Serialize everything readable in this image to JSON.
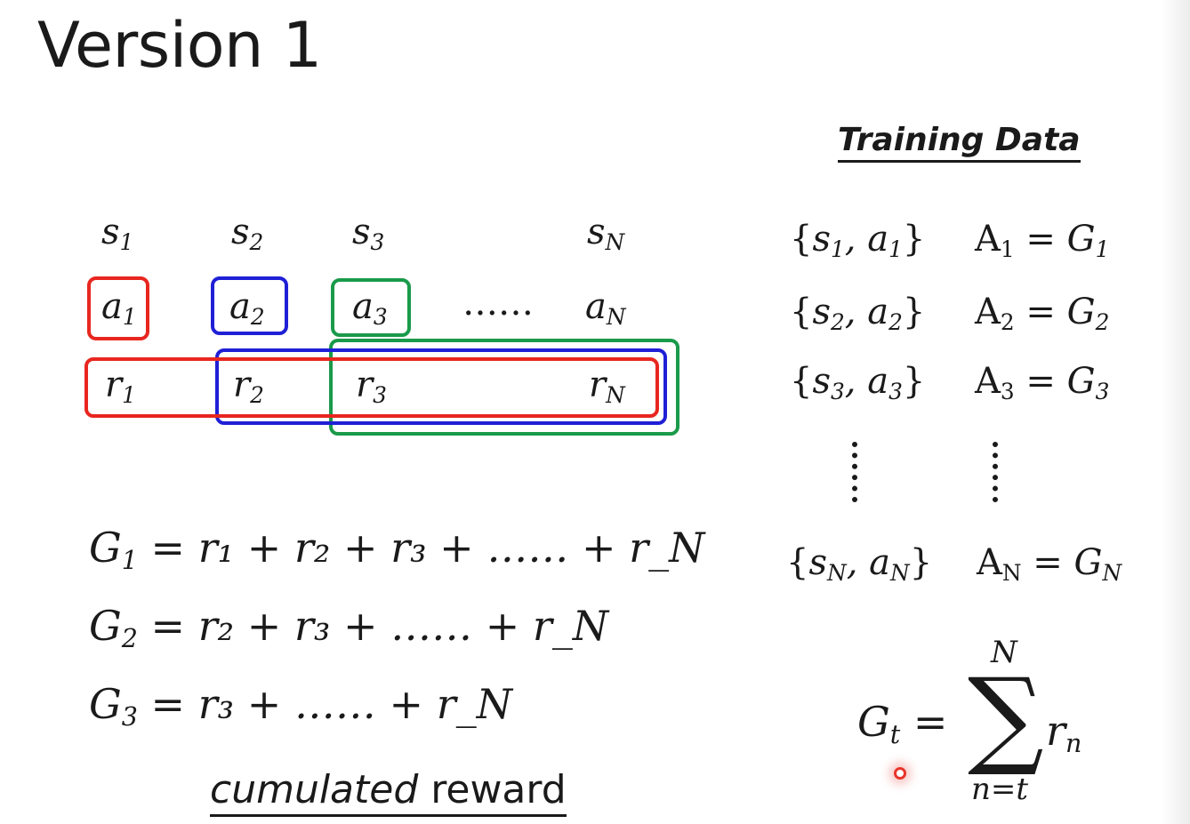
{
  "slide": {
    "title": "Version 1",
    "states": [
      "s",
      "s",
      "s",
      "s"
    ],
    "state_subs": [
      "1",
      "2",
      "3",
      "N"
    ],
    "actions": [
      "a",
      "a",
      "a",
      "a"
    ],
    "action_subs": [
      "1",
      "2",
      "3",
      "N"
    ],
    "ellipsis": "……",
    "rewards": [
      "r",
      "r",
      "r",
      "r"
    ],
    "reward_subs": [
      "1",
      "2",
      "3",
      "N"
    ],
    "colors": {
      "red": "#e8261f",
      "blue": "#1f1fd6",
      "green": "#1a9a4a",
      "cursor": "#e8342a"
    },
    "equations": [
      {
        "lhs": "G",
        "sub": "1",
        "rhs": "= r₁ + r₂ + r₃ + …… + r_N"
      },
      {
        "lhs": "G",
        "sub": "2",
        "rhs": "= r₂ + r₃ + …… + r_N"
      },
      {
        "lhs": "G",
        "sub": "3",
        "rhs": "= r₃ + …… + r_N"
      }
    ],
    "caption_italic": "cumulated",
    "caption_normal": " reward"
  },
  "training": {
    "heading": "Training Data",
    "rows": [
      {
        "pair_s_sub": "1",
        "pair_a_sub": "1",
        "adv_sub": "1",
        "g_sub": "1"
      },
      {
        "pair_s_sub": "2",
        "pair_a_sub": "2",
        "adv_sub": "2",
        "g_sub": "2"
      },
      {
        "pair_s_sub": "3",
        "pair_a_sub": "3",
        "adv_sub": "3",
        "g_sub": "3"
      },
      {
        "pair_s_sub": "N",
        "pair_a_sub": "N",
        "adv_sub": "N",
        "g_sub": "N"
      }
    ],
    "adv_letter": "A",
    "formula": {
      "lhs": "G",
      "lhs_sub": "t",
      "upper": "N",
      "lower": "n=t",
      "term": "r",
      "term_sub": "n"
    }
  }
}
